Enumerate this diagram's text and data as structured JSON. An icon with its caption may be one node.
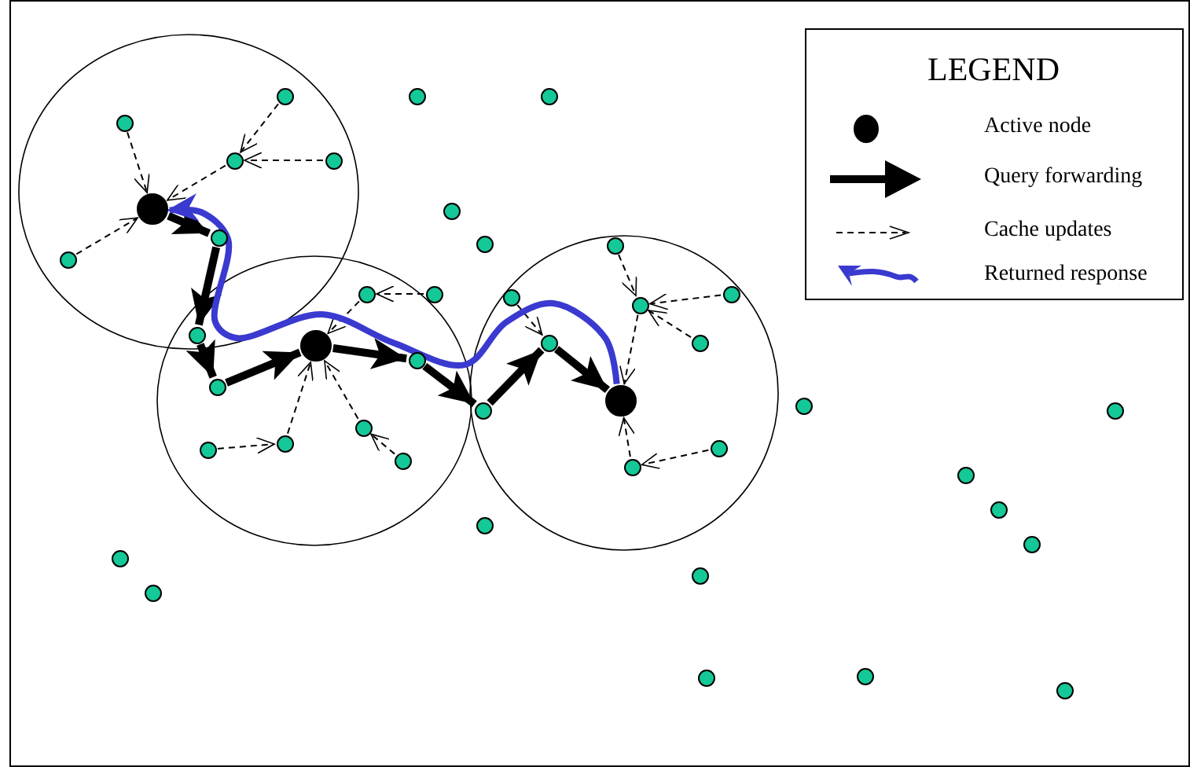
{
  "diagram": {
    "nodes": [
      {
        "text": [],
        "shape": "circle"
      },
      {
        "text": [],
        "shape": "circle"
      },
      {
        "text": [],
        "shape": "circle"
      },
      {
        "text": [],
        "shape": "circle"
      },
      {
        "text": [],
        "shape": "circle"
      },
      {
        "text": [],
        "shape": "circle"
      },
      {
        "text": [],
        "shape": "circle"
      },
      {
        "text": [],
        "shape": "circle"
      },
      {
        "text": [],
        "shape": "circle"
      },
      {
        "text": [],
        "shape": "circle"
      },
      {
        "text": [],
        "shape": "circle"
      },
      {
        "text": [],
        "shape": "circle"
      },
      {
        "text": [],
        "shape": "circle"
      },
      {
        "text": [],
        "shape": "circle"
      },
      {
        "text": [],
        "shape": "circle"
      },
      {
        "text": [],
        "shape": "circle"
      },
      {
        "text": [],
        "shape": "circle"
      },
      {
        "text": [],
        "shape": "circle"
      },
      {
        "text": [],
        "shape": "circle"
      },
      {
        "text": [],
        "shape": "circle"
      },
      {
        "text": [],
        "shape": "circle"
      },
      {
        "text": [],
        "shape": "circle"
      },
      {
        "text": [],
        "shape": "circle"
      },
      {
        "text": [],
        "shape": "circle"
      },
      {
        "text": [],
        "shape": "circle"
      },
      {
        "text": [],
        "shape": "circle"
      },
      {
        "text": [],
        "shape": "circle"
      },
      {
        "text": [],
        "shape": "circle"
      },
      {
        "text": [],
        "shape": "circle"
      },
      {
        "text": [],
        "shape": "circle"
      },
      {
        "text": [],
        "shape": "circle"
      },
      {
        "text": [],
        "shape": "circle"
      },
      {
        "text": [],
        "shape": "circle"
      },
      {
        "text": [],
        "shape": "circle"
      },
      {
        "text": [],
        "shape": "circle"
      },
      {
        "text": [],
        "shape": "circle"
      },
      {
        "text": [],
        "shape": "circle"
      },
      {
        "text": [],
        "shape": "circle"
      },
      {
        "text": [],
        "shape": "circle"
      },
      {
        "text": [],
        "shape": "circle"
      },
      {
        "text": [],
        "shape": "circle"
      },
      {
        "text": [],
        "shape": "circle"
      },
      {
        "text": [],
        "shape": "circle"
      }
    ],
    "edges": [
      {
        "from": 0,
        "to": 6,
        "arrow": "to",
        "style": "thick"
      },
      {
        "from": 6,
        "to": 7,
        "arrow": "to",
        "style": "thick"
      },
      {
        "from": 7,
        "to": 11,
        "arrow": "to",
        "style": "thick"
      },
      {
        "from": 11,
        "to": 8,
        "arrow": "to",
        "style": "thick"
      },
      {
        "from": 8,
        "to": 16,
        "arrow": "to",
        "style": "thick"
      },
      {
        "from": 16,
        "to": 17,
        "arrow": "to",
        "style": "thick"
      },
      {
        "from": 17,
        "to": 18,
        "arrow": "to",
        "style": "thick"
      },
      {
        "from": 18,
        "to": 19,
        "arrow": "to",
        "style": "thick"
      },
      {
        "from": 1,
        "to": 0,
        "arrow": "to",
        "style": "dashed"
      },
      {
        "from": 5,
        "to": 0,
        "arrow": "to",
        "style": "dashed"
      },
      {
        "from": 3,
        "to": 0,
        "arrow": "to",
        "style": "dashed"
      },
      {
        "from": 2,
        "to": 3,
        "arrow": "to",
        "style": "dashed"
      },
      {
        "from": 4,
        "to": 3,
        "arrow": "to",
        "style": "dashed"
      },
      {
        "from": 9,
        "to": 8,
        "arrow": "to",
        "style": "dashed"
      },
      {
        "from": 10,
        "to": 9,
        "arrow": "to",
        "style": "dashed"
      },
      {
        "from": 13,
        "to": 8,
        "arrow": "to",
        "style": "dashed"
      },
      {
        "from": 12,
        "to": 13,
        "arrow": "to",
        "style": "dashed"
      },
      {
        "from": 14,
        "to": 8,
        "arrow": "to",
        "style": "dashed"
      },
      {
        "from": 15,
        "to": 14,
        "arrow": "to",
        "style": "dashed"
      },
      {
        "from": 20,
        "to": 18,
        "arrow": "to",
        "style": "dashed"
      },
      {
        "from": 21,
        "to": 22,
        "arrow": "to",
        "style": "dashed"
      },
      {
        "from": 23,
        "to": 22,
        "arrow": "to",
        "style": "dashed"
      },
      {
        "from": 24,
        "to": 22,
        "arrow": "to",
        "style": "dashed"
      },
      {
        "from": 22,
        "to": 19,
        "arrow": "to",
        "style": "dashed"
      },
      {
        "from": 25,
        "to": 19,
        "arrow": "to",
        "style": "dashed"
      },
      {
        "from": 26,
        "to": 25,
        "arrow": "to",
        "style": "dashed"
      },
      {
        "from": 19,
        "to": 0,
        "arrow": "to",
        "style": "thick",
        "color": "#3a3ad0"
      }
    ],
    "labels": [
      "LEGEND"
    ],
    "legend": [
      {
        "text": "Active node"
      },
      {
        "text": "Query forwarding"
      },
      {
        "text": "Cache updates"
      },
      {
        "text": "Returned response"
      }
    ]
  }
}
